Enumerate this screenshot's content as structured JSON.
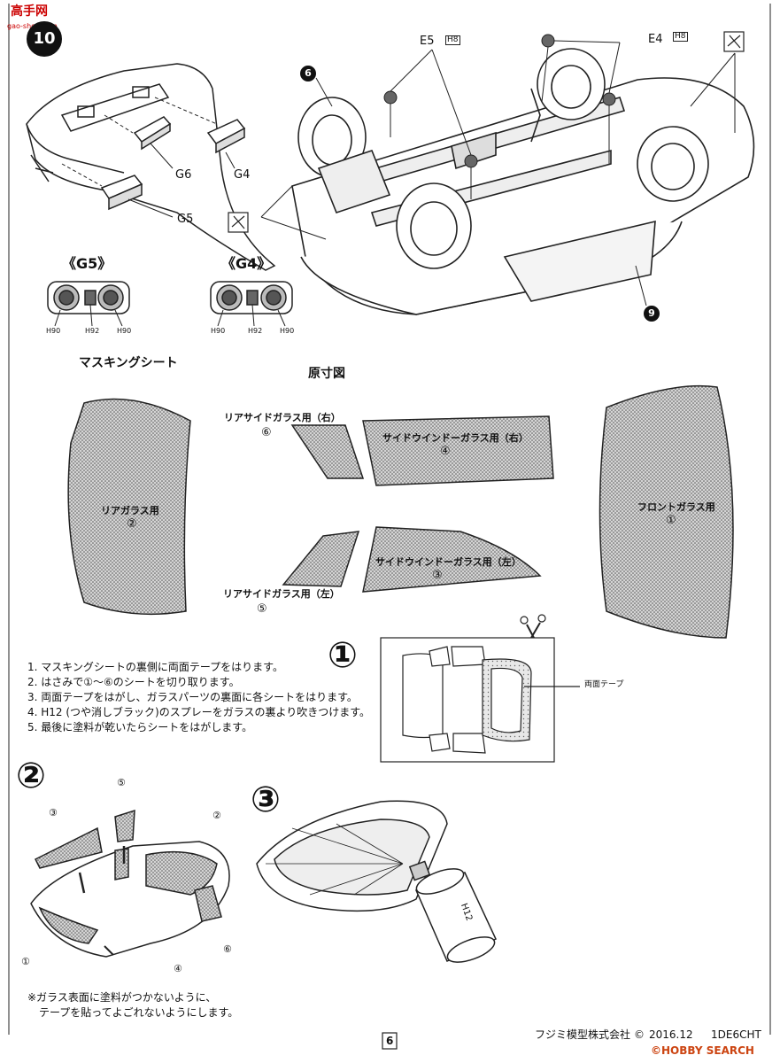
{
  "header": {
    "watermark_logo": "高手网",
    "watermark_url": "gao-shou.com",
    "step_number": "10"
  },
  "top_section": {
    "parts_labels": [
      "G6",
      "G4",
      "G5"
    ],
    "callout_numbers": [
      "6",
      "9"
    ],
    "fastener_labels": {
      "e5": "E5",
      "e5_paint": "H8",
      "e4": "E4",
      "e4_paint": "H8"
    },
    "lens_g5": {
      "title": "《G5》",
      "colors": [
        "H90",
        "H92",
        "H90"
      ]
    },
    "lens_g4": {
      "title": "《G4》",
      "colors": [
        "H90",
        "H92",
        "H90"
      ]
    }
  },
  "masking": {
    "title": "マスキングシート",
    "actual_size_label": "原寸図",
    "pieces": [
      {
        "label": "リアガラス用",
        "num": "②"
      },
      {
        "label": "リアサイドガラス用（右）",
        "num": "⑥"
      },
      {
        "label": "サイドウインドーガラス用（右）",
        "num": "④"
      },
      {
        "label": "サイドウインドーガラス用（左）",
        "num": "③"
      },
      {
        "label": "リアサイドガラス用（左）",
        "num": "⑤"
      },
      {
        "label": "フロントガラス用",
        "num": "①"
      }
    ]
  },
  "instructions": [
    "1. マスキングシートの裏側に両面テープをはります。",
    "2. はさみで①～⑥のシートを切り取ります。",
    "3. 両面テープをはがし、ガラスパーツの裏面に各シートをはります。",
    "4. H12 (つや消しブラック)のスプレーをガラスの裏より吹きつけます。",
    "5. 最後に塗料が乾いたらシートをはがします。"
  ],
  "step1": {
    "num": "①",
    "tape_label": "両面テープ"
  },
  "step2": {
    "num": "②",
    "labels": [
      "③",
      "⑤",
      "②",
      "①",
      "④",
      "⑥"
    ]
  },
  "step3": {
    "num": "③",
    "spray_label": "H12"
  },
  "footer": {
    "note_line1": "※ガラス表面に塗料がつかないように、",
    "note_line2": "テープを貼ってよごれないようにします。",
    "page_number": "6",
    "company": "フジミ模型株式会社",
    "copyright": "©",
    "date": "2016.12",
    "code": "1DE6CHT",
    "site_watermark": "©HOBBY SEARCH"
  }
}
